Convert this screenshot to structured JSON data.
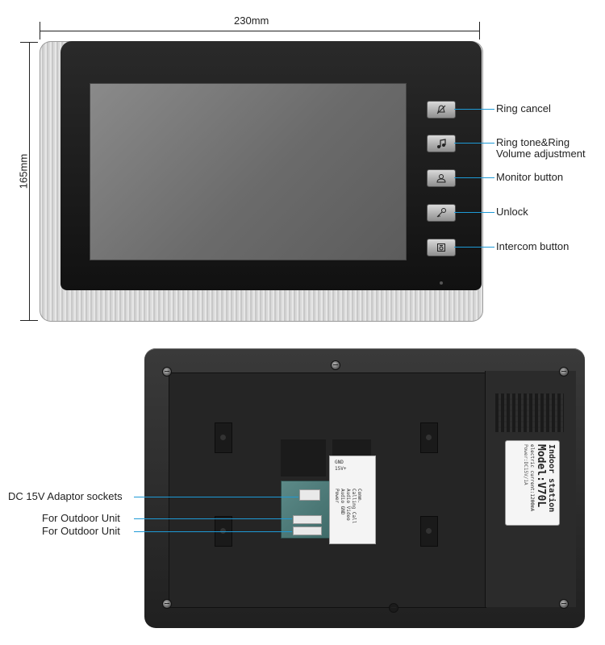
{
  "dimensions": {
    "width_label": "230mm",
    "height_label": "165mm"
  },
  "front_buttons": [
    {
      "label": "Ring cancel",
      "icon": "bell-cancel-icon"
    },
    {
      "label": "Ring tone&Ring\nVolume adjustment",
      "icon": "music-note-icon"
    },
    {
      "label": "Monitor button",
      "icon": "person-icon"
    },
    {
      "label": "Unlock",
      "icon": "key-icon"
    },
    {
      "label": "Intercom button",
      "icon": "intercom-icon"
    }
  ],
  "back_callouts": [
    {
      "label": "DC 15V Adaptor sockets"
    },
    {
      "label": "For Outdoor Unit"
    },
    {
      "label": "For Outdoor Unit"
    }
  ],
  "wiring_label": {
    "top": "GND",
    "sub": "15V+",
    "columns": [
      "Comm.",
      "Calling Call",
      "Audio Video",
      "Audio GND",
      "Power"
    ]
  },
  "model_label": {
    "line1": "Indoor station",
    "line2": "Model:V70L",
    "line3": "electric current:1200mA",
    "line4": "Power:DC15V/1A"
  },
  "colors": {
    "callout_line": "#1e9ad6",
    "panel_black": "#151515",
    "frame_silver": "#d8d8d8"
  }
}
